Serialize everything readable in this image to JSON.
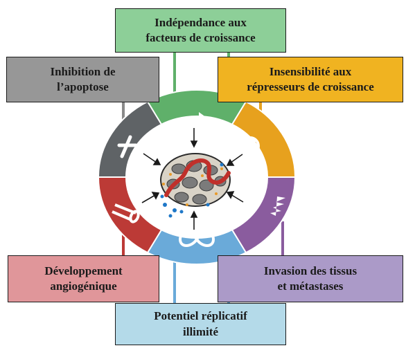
{
  "boxes": {
    "growth": {
      "line1": "Indépendance aux",
      "line2": "facteurs de croissance",
      "color": "#8dcf98"
    },
    "apoptosis": {
      "line1": "Inhibition de",
      "line2": "l’apoptose",
      "color": "#979797"
    },
    "insensitivity": {
      "line1": "Insensibilité aux",
      "line2": "répresseurs de croissance",
      "color": "#f0b321"
    },
    "angiogenesis": {
      "line1": "Développement",
      "line2": "angiogénique",
      "color": "#e0969a"
    },
    "invasion": {
      "line1": "Invasion des tissus",
      "line2": "et métastases",
      "color": "#ab9ac8"
    },
    "replicative": {
      "line1": "Potentiel réplicatif",
      "line2": "illimité",
      "color": "#b4dae9"
    }
  },
  "ring_segments": [
    {
      "id": "growth",
      "color": "#5fb06a",
      "icon": "right-turn-arrow-icon"
    },
    {
      "id": "insensitivity",
      "color": "#e7a11e",
      "icon": "no-entry-circle-icon"
    },
    {
      "id": "invasion",
      "color": "#8a5c9e",
      "icon": "serrated-edge-icon"
    },
    {
      "id": "replicative",
      "color": "#6aaad9",
      "icon": "infinity-icon"
    },
    {
      "id": "angiogenesis",
      "color": "#bc3a36",
      "icon": "blood-vessel-icon"
    },
    {
      "id": "apoptosis",
      "color": "#5f6366",
      "icon": "cross-icon"
    }
  ],
  "center": {
    "icon": "tumor-cell-cluster-icon"
  }
}
